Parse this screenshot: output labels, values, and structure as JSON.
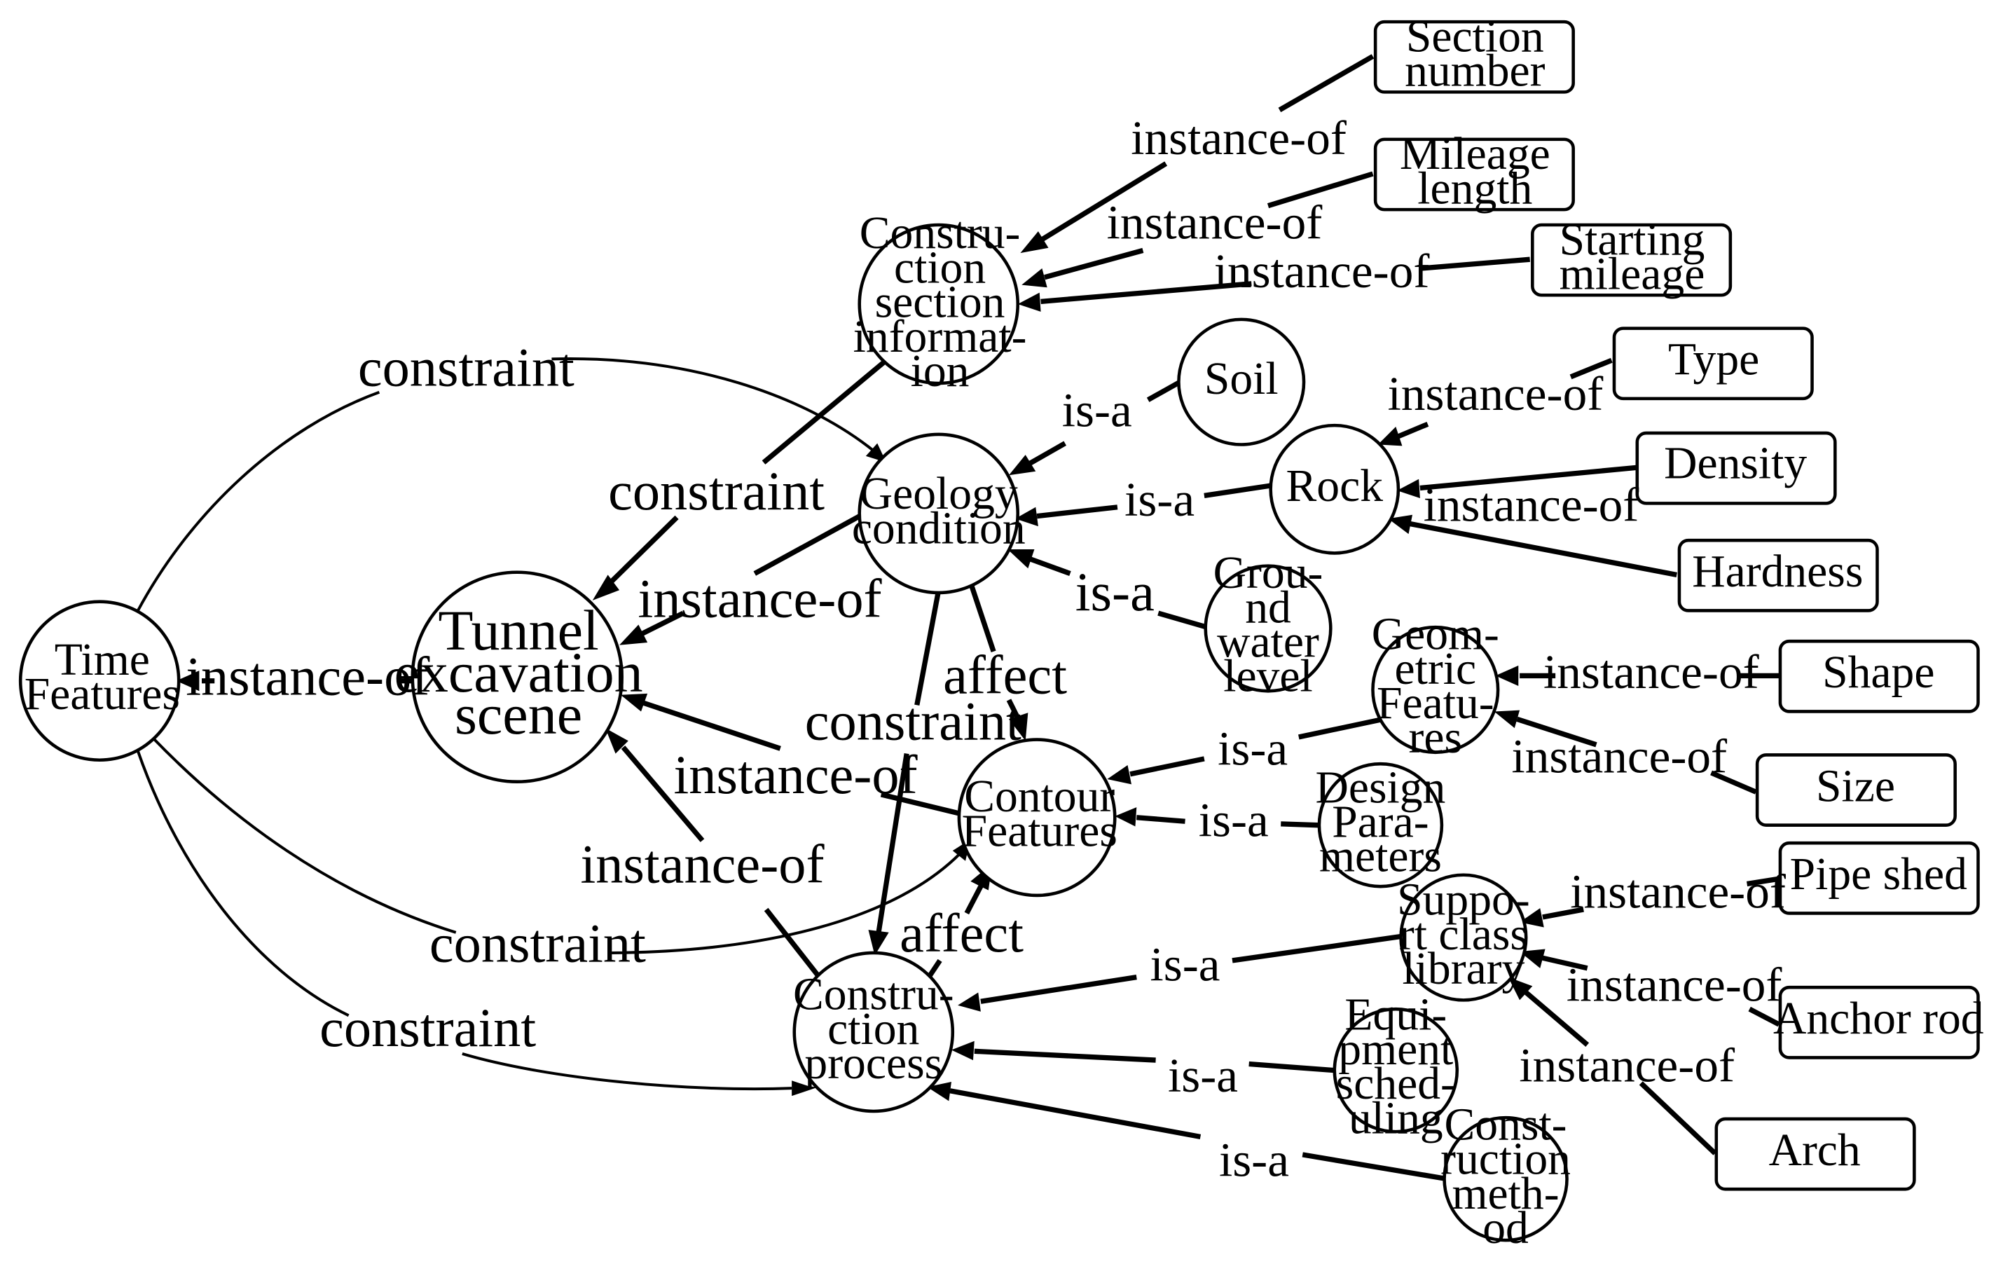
{
  "nodes": {
    "time_features": "Time\nFeatures",
    "tunnel_scene": "Tunnel\nexcavation\nscene",
    "construction_section": "Constru-\nction\nsection\ninformat-\nion",
    "geology_condition": "Geology\ncondition",
    "contour_features": "Contour\nFeatures",
    "construction_process": "Constru-\nction\nprocess",
    "soil": "Soil",
    "rock": "Rock",
    "ground_water": "Grou-\nnd\nwater\nlevel",
    "geometric_features": "Geom-\netric\nFeatu-\nres",
    "design_parameters": "Design\nPara-\nmeters",
    "support_class": "Suppo-\nrt class\nlibrary",
    "equipment": "Equi-\npment\nsched-\nuling",
    "method": "Const-\nruction\nmeth-\nod",
    "section_number": "Section\nnumber",
    "mileage_length": "Mileage\nlength",
    "starting_mileage": "Starting\nmileage",
    "type": "Type",
    "density": "Density",
    "hardness": "Hardness",
    "shape": "Shape",
    "size": "Size",
    "pipe_shed": "Pipe shed",
    "anchor_rod": "Anchor rod",
    "arch": "Arch"
  },
  "edge_labels": {
    "time_scene": "instance-of",
    "time_geology": "constraint",
    "time_contour": "constraint",
    "time_process": "constraint",
    "section_scene": "constraint",
    "geology_scene": "instance-of",
    "contour_scene": "instance-of",
    "process_scene": "instance-of",
    "geology_process": "constraint",
    "geology_contour": "affect",
    "process_contour": "affect",
    "section_number": "instance-of",
    "mileage_length": "instance-of",
    "starting_mileage": "instance-of",
    "soil": "is-a",
    "rock": "is-a",
    "ground_water": "is-a",
    "type": "instance-of",
    "density": "instance-of",
    "geometric": "is-a",
    "design": "is-a",
    "shape": "instance-of",
    "size": "instance-of",
    "support": "is-a",
    "equipment": "is-a",
    "method": "is-a",
    "pipe_shed": "instance-of",
    "anchor_rod": "instance-of",
    "arch": "instance-of"
  }
}
